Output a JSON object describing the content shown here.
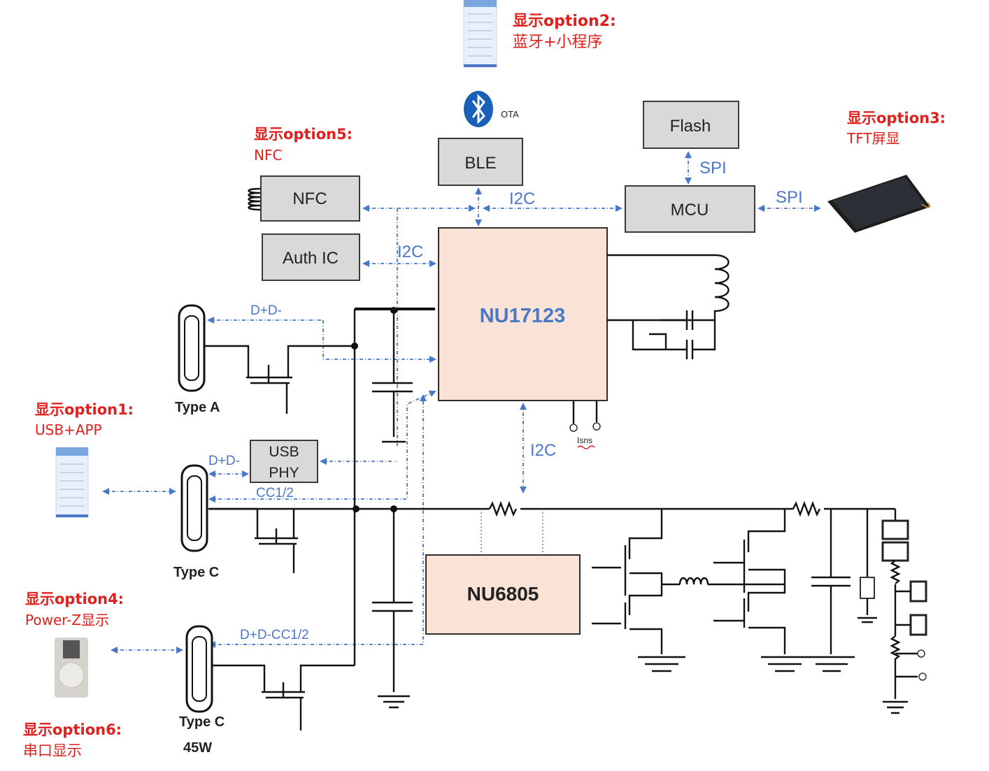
{
  "blocks": {
    "ble": "BLE",
    "flash": "Flash",
    "nfc": "NFC",
    "mcu": "MCU",
    "auth_ic": "Auth IC",
    "main_ic": "NU17123",
    "usb_phy_line1": "USB",
    "usb_phy_line2": "PHY",
    "pd_ic": "NU6805"
  },
  "bus_labels": {
    "ble_mcu_i2c": "I2C",
    "flash_mcu_spi": "SPI",
    "mcu_tft_spi": "SPI",
    "auth_i2c": "I2C",
    "main_pd_i2c": "I2C",
    "typea_dd": "D+D-",
    "typec_dd": "D+D-",
    "typec_cc": "CC1/2",
    "typec45_ddcc": "D+D-CC1/2",
    "ota": "OTA",
    "isns": "Isns"
  },
  "ports": {
    "type_a": "Type A",
    "type_c": "Type C",
    "type_c45_line1": "Type C",
    "type_c45_line2": "45W"
  },
  "options": {
    "option1_title": "显示option1:",
    "option1_desc": "USB+APP",
    "option2_title": "显示option2:",
    "option2_desc": "蓝牙+小程序",
    "option3_title": "显示option3:",
    "option3_desc": "TFT屏显",
    "option4_title": "显示option4:",
    "option4_desc": "Power-Z显示",
    "option5_title": "显示option5:",
    "option5_desc": "NFC",
    "option6_title": "显示option6:",
    "option6_desc": "串口显示"
  },
  "colors": {
    "annotation_red": "#e0201e",
    "signal_blue": "#4a78c8",
    "chip_fill": "#f8e3d6",
    "block_fill": "#d9d9d9"
  }
}
